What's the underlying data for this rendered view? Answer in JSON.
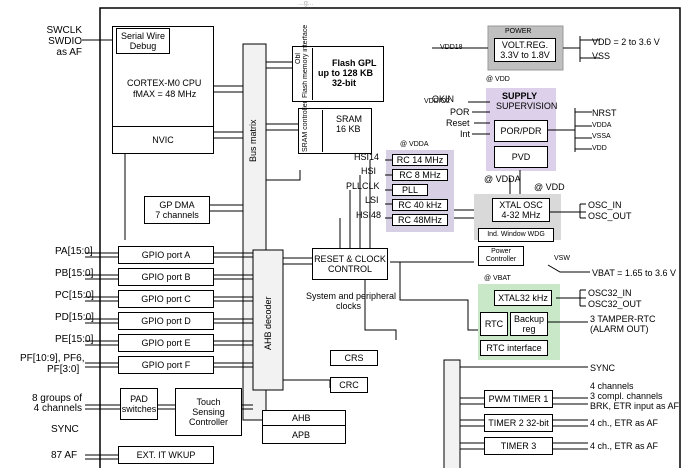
{
  "title_fragment": "...g...",
  "left_signals": {
    "swclk": "SWCLK",
    "swdio": "SWDIO",
    "as_af": "as AF",
    "pa": "PA[15:0]",
    "pb": "PB[15:0]",
    "pc": "PC[15:0]",
    "pd": "PD[15:0]",
    "pe": "PE[15:0]",
    "pf1": "PF[10:9], PF6,",
    "pf2": "PF[3:0]",
    "groups1": "8 groups of",
    "groups2": "4 channels",
    "sync": "SYNC",
    "af87": "87 AF"
  },
  "cpu": {
    "swd1": "Serial Wire",
    "swd2": "Debug",
    "core": "CORTEX-M0 CPU",
    "fmax": "fMAX = 48 MHz",
    "nvic": "NVIC"
  },
  "bus_matrix": "Bus matrix",
  "flash": {
    "obl": "Obl",
    "iface": "Flash memory interface",
    "main1": "Flash GPL",
    "main2": "up to 128 KB",
    "main3": "32-bit"
  },
  "sram": {
    "ctrl": "SRAM controller",
    "size1": "SRAM",
    "size2": "16 KB"
  },
  "dma": {
    "line1": "GP DMA",
    "line2": "7 channels"
  },
  "gpio": [
    "GPIO port A",
    "GPIO port B",
    "GPIO port C",
    "GPIO port D",
    "GPIO port E",
    "GPIO port F"
  ],
  "ahb_decoder": "AHB decoder",
  "touch": {
    "pad1": "PAD",
    "pad2": "switches",
    "ts1": "Touch",
    "ts2": "Sensing",
    "ts3": "Controller"
  },
  "ext_it": "EXT. IT WKUP",
  "ahb": "AHB",
  "apb": "APB",
  "rcc": {
    "line1": "RESET & CLOCK",
    "line2": "CONTROL",
    "sub1": "System and peripheral",
    "sub2": "clocks"
  },
  "clocks": {
    "hsi14": "HSI14",
    "hsi": "HSI",
    "pllclk": "PLLCLK",
    "lsi": "LSI",
    "hsi48": "HSI48",
    "rc14": "RC 14 MHz",
    "rc8": "RC 8 MHz",
    "pll": "PLL",
    "rc40": "RC 40 kHz",
    "rc48": "RC 48MHz",
    "vdda_label": "@ VDDA"
  },
  "crs": "CRS",
  "crc": "CRC",
  "power": {
    "header": "POWER",
    "reg1": "VOLT.REG.",
    "reg2": "3.3V to 1.8V",
    "vdd18": "VDD18",
    "vdd_range": "VDD = 2 to 3.6 V",
    "vss": "VSS",
    "at_vdd": "@ VDD"
  },
  "supply": {
    "okin": "OKIN",
    "vddio2": "VDDIO2",
    "por": "POR",
    "reset": "Reset",
    "int": "Int",
    "header1": "SUPPLY",
    "header2": "SUPERVISION",
    "pordr": "POR/PDR",
    "pvd": "PVD"
  },
  "right_signals": {
    "nrst": "NRST",
    "vdda": "VDDA",
    "vssa": "VSSA",
    "vdd": "VDD",
    "osc_in": "OSC_IN",
    "osc_out": "OSC_OUT",
    "vbat_range": "VBAT = 1.65 to 3.6 V",
    "osc32_in": "OSC32_IN",
    "osc32_out": "OSC32_OUT",
    "tamper1": "3 TAMPER-RTC",
    "tamper2": "(ALARM OUT)",
    "sync": "SYNC"
  },
  "osc": {
    "at_vdda": "@ VDDA",
    "at_vdd": "@ VDD",
    "xtal1": "XTAL OSC",
    "xtal2": "4-32 MHz",
    "wdg": "Ind. Window WDG",
    "pc1": "Power",
    "pc2": "Controller",
    "vbat": "@ VBAT",
    "vsw": "VSW",
    "xtal32": "XTAL32 kHz",
    "rtc": "RTC",
    "bkp1": "Backup",
    "bkp2": "reg",
    "rtc_if": "RTC interface"
  },
  "timers": {
    "pwm": "PWM TIMER 1",
    "t2": "TIMER 2 32-bit",
    "t3": "TIMER 3",
    "pwm_d1": "4 channels",
    "pwm_d2": "3 compl. channels",
    "pwm_d3": "BRK, ETR input as AF",
    "t2_d": "4 ch., ETR as AF",
    "t3_d": "4 ch., ETR as AF"
  },
  "colors": {
    "power_fill": "#c0c0c0",
    "supply_fill": "#ddd0ea",
    "clock_fill": "#d7cfe3",
    "rtc_fill": "#c8e8c8",
    "osc_fill": "#d9d9d9",
    "bus_fill": "#f0f0f0"
  }
}
